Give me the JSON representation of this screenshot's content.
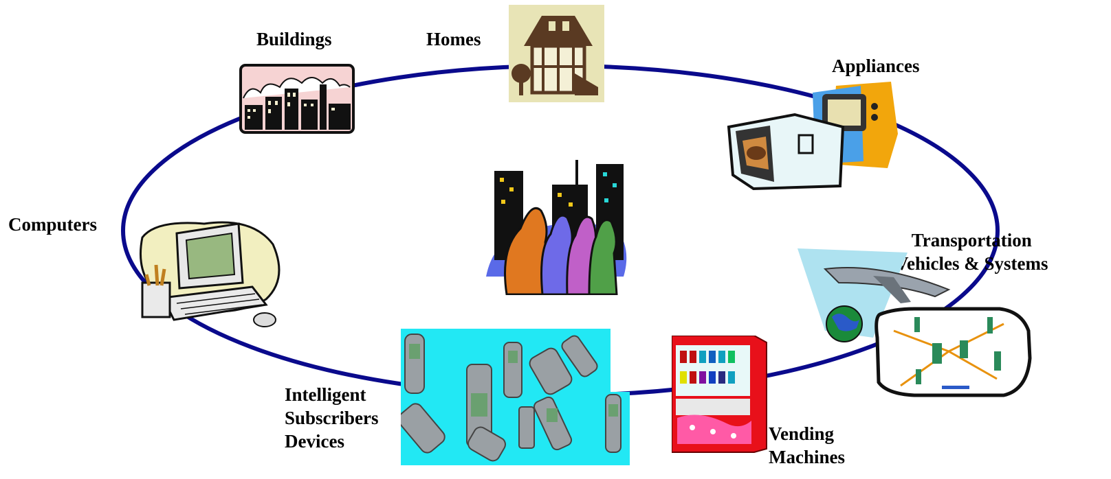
{
  "diagram": {
    "ring_color": "#0a0a8c",
    "nodes": {
      "buildings": {
        "label": "Buildings",
        "icon": "city-skyline-icon"
      },
      "homes": {
        "label": "Homes",
        "icon": "house-icon"
      },
      "appliances": {
        "label": "Appliances",
        "icon": "microwave-tv-icon"
      },
      "transportation": {
        "lines": [
          "Transportation",
          "Vehicles & Systems"
        ],
        "icon": "plane-car-globe-icon"
      },
      "vending": {
        "lines": [
          "Vending",
          "Machines"
        ],
        "icon": "vending-machine-icon"
      },
      "subscribers": {
        "lines": [
          "Intelligent",
          "Subscribers",
          "Devices"
        ],
        "icon": "mobile-phones-icon"
      },
      "computers": {
        "label": "Computers",
        "icon": "desktop-computer-icon"
      }
    },
    "center": {
      "icon": "people-city-icon"
    }
  }
}
